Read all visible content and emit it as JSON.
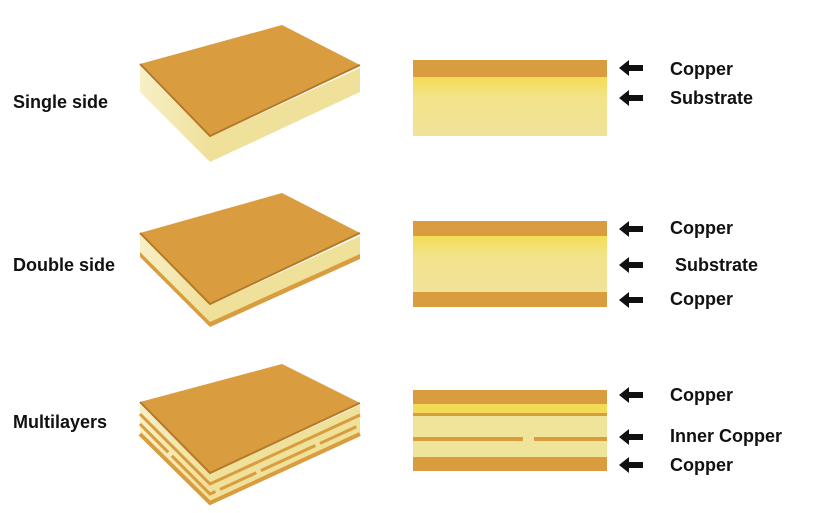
{
  "colors": {
    "copper": "#d99c3e",
    "copper_edge": "#b57a28",
    "substrate": "#f0e39a",
    "substrate_light": "#f6eeb8",
    "substrate_bright": "#f3dc55",
    "arrow": "#111111"
  },
  "rows": [
    {
      "label": "Single side",
      "layers": [
        "Copper",
        "Substrate"
      ]
    },
    {
      "label": "Double side",
      "layers": [
        "Copper",
        "Substrate",
        "Copper"
      ]
    },
    {
      "label": "Multilayers",
      "layers": [
        "Copper",
        "Inner Copper",
        "Copper"
      ]
    }
  ]
}
